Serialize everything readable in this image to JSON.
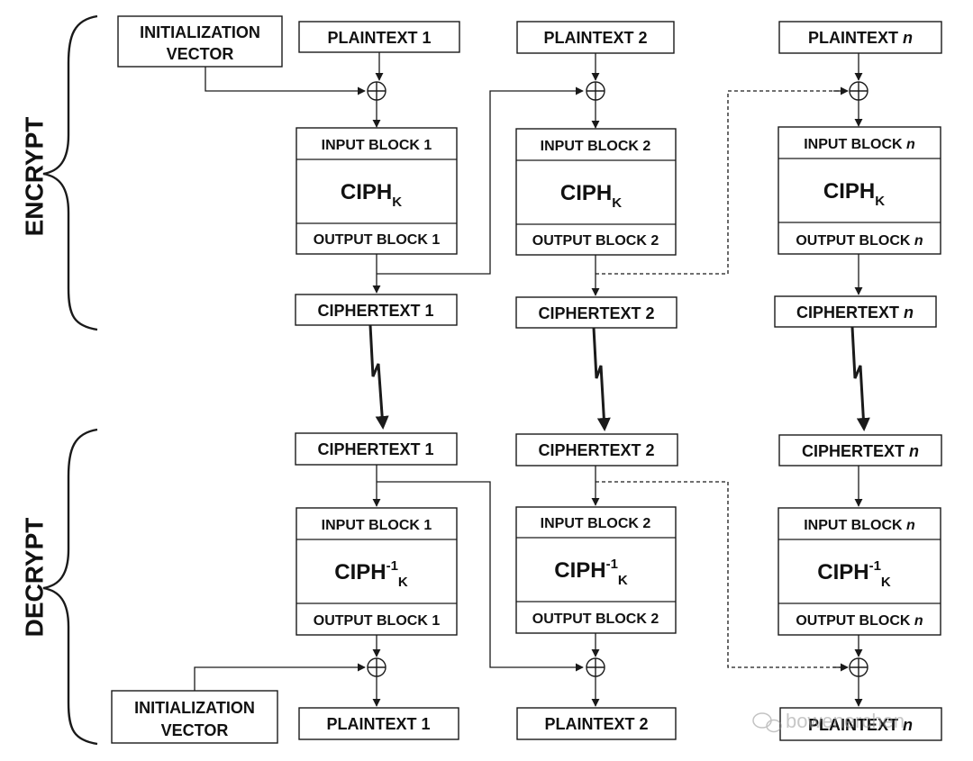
{
  "title": "",
  "sections": {
    "encrypt": "ENCRYPT",
    "decrypt": "DECRYPT"
  },
  "iv": {
    "line1": "INITIALIZATION",
    "line2": "VECTOR"
  },
  "encrypt": {
    "plaintexts": [
      "PLAINTEXT 1",
      "PLAINTEXT 2",
      "PLAINTEXT"
    ],
    "input_blocks": [
      "INPUT BLOCK 1",
      "INPUT BLOCK 2",
      "INPUT BLOCK"
    ],
    "cipher": {
      "main": "CIPH",
      "sub": "K"
    },
    "output_blocks": [
      "OUTPUT BLOCK 1",
      "OUTPUT BLOCK 2",
      "OUTPUT BLOCK"
    ],
    "ciphertexts": [
      "CIPHERTEXT 1",
      "CIPHERTEXT 2",
      "CIPHERTEXT"
    ]
  },
  "decrypt": {
    "ciphertexts": [
      "CIPHERTEXT 1",
      "CIPHERTEXT 2",
      "CIPHERTEXT"
    ],
    "input_blocks": [
      "INPUT BLOCK 1",
      "INPUT BLOCK 2",
      "INPUT BLOCK"
    ],
    "cipher": {
      "main": "CIPH",
      "sup": "-1",
      "sub": "K"
    },
    "output_blocks": [
      "OUTPUT BLOCK 1",
      "OUTPUT BLOCK 2",
      "OUTPUT BLOCK"
    ],
    "plaintexts": [
      "PLAINTEXT 1",
      "PLAINTEXT 2",
      "PLAINTEXT"
    ]
  },
  "n_label": "n",
  "watermark": "bowenerchen"
}
